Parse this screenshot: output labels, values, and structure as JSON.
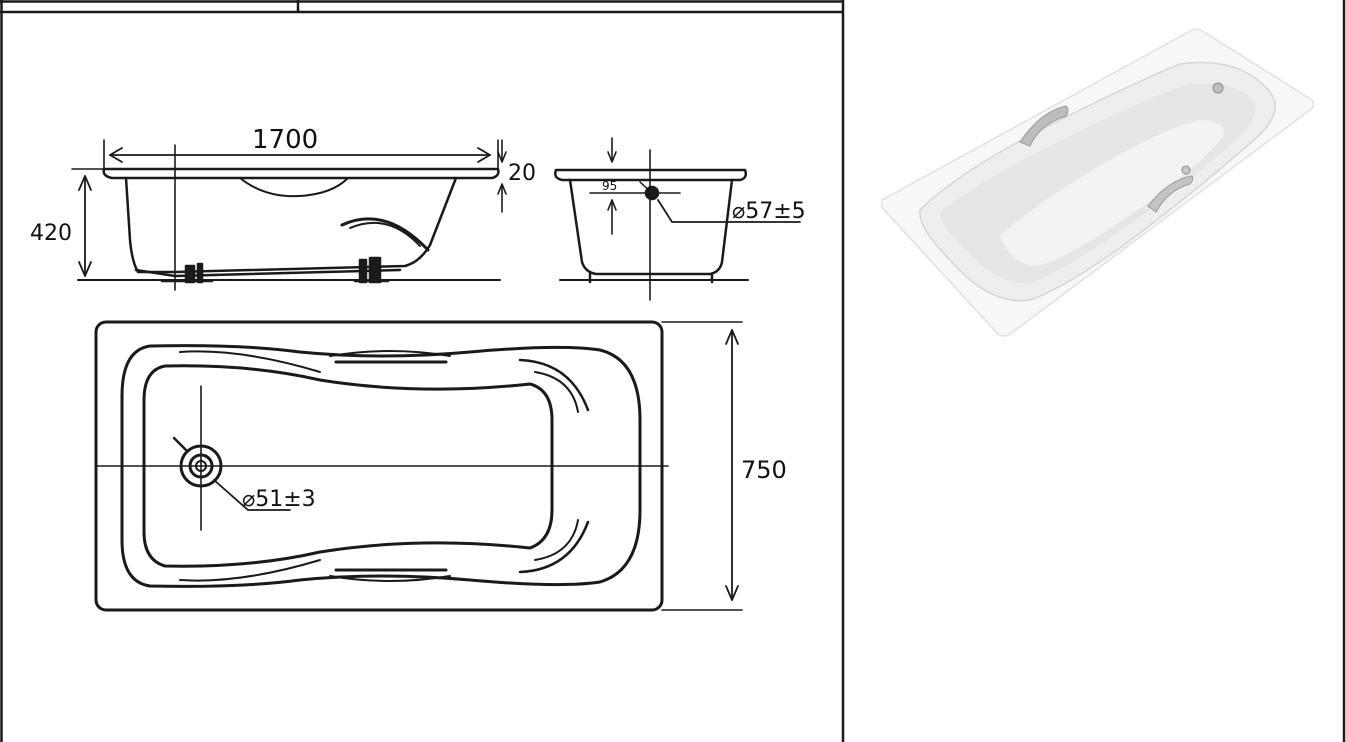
{
  "colors": {
    "line": "#1a1a1a",
    "background": "#ffffff",
    "tub_fill": "#f4f4f4",
    "tub_shadow": "#d8d8d8"
  },
  "side_view": {
    "length_label": "1700",
    "height_label": "420",
    "rim_label": "20"
  },
  "end_view": {
    "offset_label": "95",
    "overflow_diameter_label": "⌀57±5"
  },
  "top_view": {
    "width_label": "750",
    "drain_diameter_label": "⌀51±3"
  },
  "photo": {
    "icon": "bathtub-photo"
  }
}
